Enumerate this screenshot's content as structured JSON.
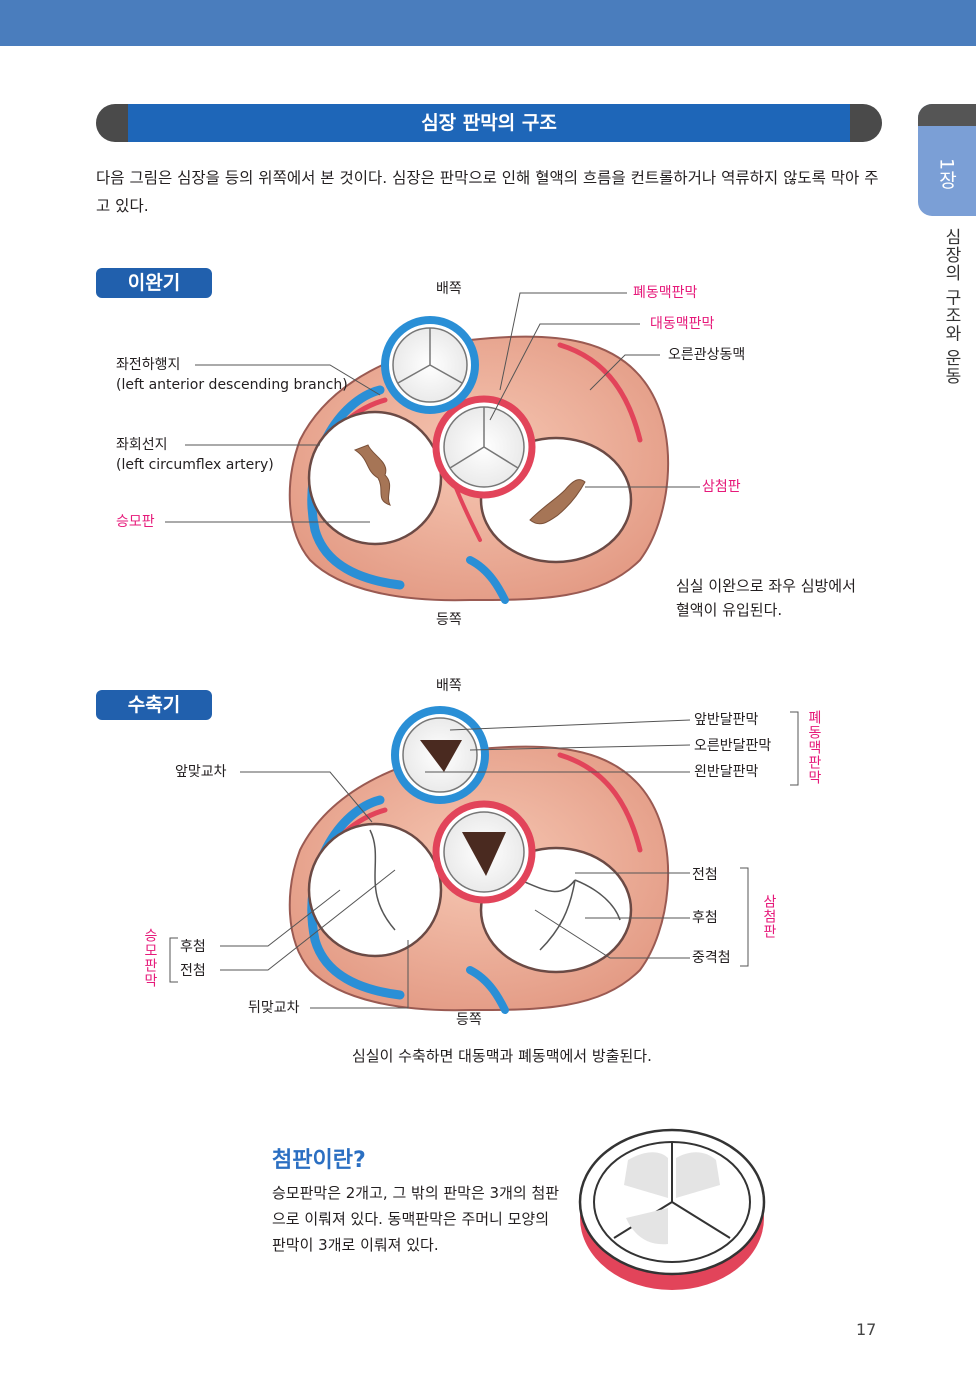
{
  "header": {
    "title": "심장 판막의 구조"
  },
  "chapter_tab": {
    "number": "1장",
    "title": "심장의 구조와 운동"
  },
  "intro": "다음 그림은 심장을 등의 위쪽에서 본 것이다. 심장은 판막으로 인해 혈액의 흐름을 컨트롤하거나 역류하지 않도록 막아 주고 있다.",
  "diastole": {
    "badge": "이완기",
    "front": "배쪽",
    "back": "등쪽",
    "pulmonary_valve": "폐동맥판막",
    "aortic_valve": "대동맥판막",
    "right_coronary": "오른관상동맥",
    "lad_ko": "좌전하행지",
    "lad_en": "(left anterior descending branch)",
    "lcx_ko": "좌회선지",
    "lcx_en": "(left circumflex artery)",
    "mitral": "승모판",
    "tricuspid": "삼첨판",
    "caption_1": "심실 이완으로 좌우 심방에서",
    "caption_2": "혈액이 유입된다."
  },
  "systole": {
    "badge": "수축기",
    "front": "배쪽",
    "back": "등쪽",
    "anterior_semilunar": "앞반달판막",
    "right_semilunar": "오른반달판막",
    "left_semilunar": "왼반달판막",
    "pulmonary_group": "폐동맥판막",
    "anterior_commissure": "앞맞교차",
    "anterior_cusp": "전첨",
    "posterior_cusp": "후첨",
    "septal_cusp": "중격첨",
    "tricuspid_group": "삼첨판",
    "mitral_group": "승모판막",
    "mitral_posterior": "후첨",
    "mitral_anterior": "전첨",
    "posterior_commissure": "뒤맞교차",
    "caption": "심실이 수축하면 대동맥과 폐동맥에서 방출된다."
  },
  "cusp_box": {
    "title": "첨판이란?",
    "body": "승모판막은 2개고, 그 밖의 판막은 3개의 첨판으로 이뤄져 있다. 동맥판막은 주머니 모양의 판막이 3개로 이뤄져 있다."
  },
  "page_number": "17",
  "colors": {
    "accent_blue": "#1e66b8",
    "pink": "#e6197a",
    "heart": "#e7a08a",
    "vessel_red": "#e2445a",
    "vessel_blue": "#2a8fd6"
  }
}
